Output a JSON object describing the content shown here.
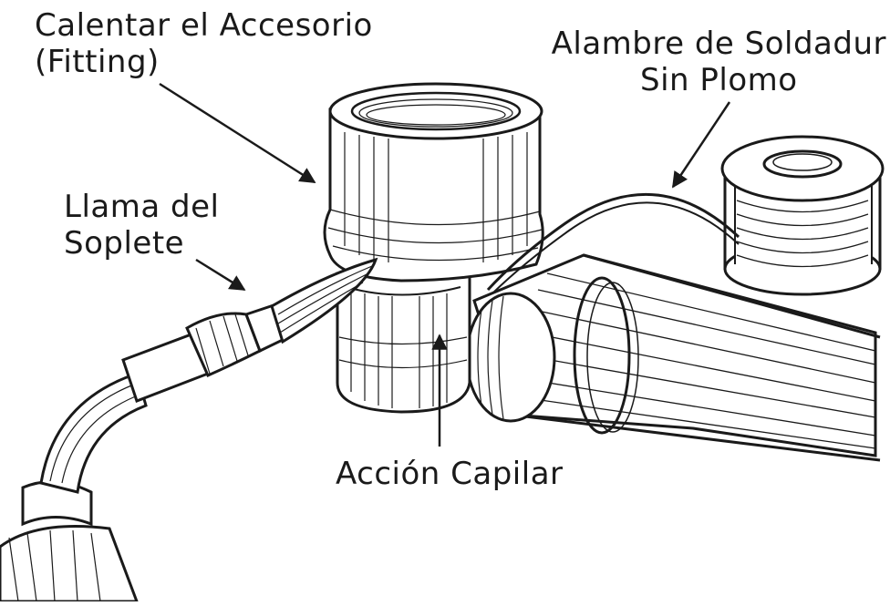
{
  "labels": {
    "heat_fitting": {
      "line1": "Calentar el Accesorio",
      "line2": "(Fitting)"
    },
    "solder_wire": {
      "line1": "Alambre de Soldadur",
      "line2": "Sin Plomo"
    },
    "torch_flame": {
      "line1": "Llama del",
      "line2": "Soplete"
    },
    "capillary_action": {
      "line1": "Acción Capilar"
    }
  },
  "colors": {
    "ink": "#1a1a1a",
    "paper": "#ffffff"
  }
}
